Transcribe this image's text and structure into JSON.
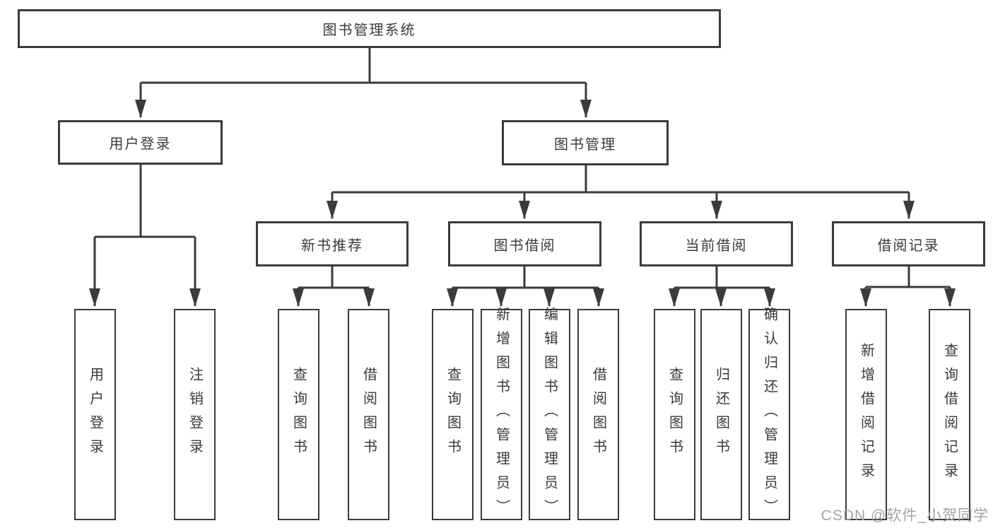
{
  "tree": {
    "label": "图书管理系统",
    "children": [
      {
        "label": "用户登录",
        "children": [
          {
            "label": "用户登录"
          },
          {
            "label": "注销登录"
          }
        ]
      },
      {
        "label": "图书管理",
        "children": [
          {
            "label": "新书推荐",
            "children": [
              {
                "label": "查询图书"
              },
              {
                "label": "借阅图书"
              }
            ]
          },
          {
            "label": "图书借阅",
            "children": [
              {
                "label": "查询图书"
              },
              {
                "label": "新增图书（管理员）"
              },
              {
                "label": "编辑图书（管理员）"
              },
              {
                "label": "借阅图书"
              }
            ]
          },
          {
            "label": "当前借阅",
            "children": [
              {
                "label": "查询图书"
              },
              {
                "label": "归还图书"
              },
              {
                "label": "确认归还（管理员）"
              }
            ]
          },
          {
            "label": "借阅记录",
            "children": [
              {
                "label": "新增借阅记录"
              },
              {
                "label": "查询借阅记录"
              }
            ]
          }
        ]
      }
    ]
  },
  "watermark": {
    "text": "CSDN @软件_小贺同学"
  },
  "colors": {
    "line": "#3b3b3b",
    "box_border": "#3b3b3b",
    "text": "#3a3a3a",
    "background": "#ffffff",
    "watermark": "#a3a3a3"
  }
}
